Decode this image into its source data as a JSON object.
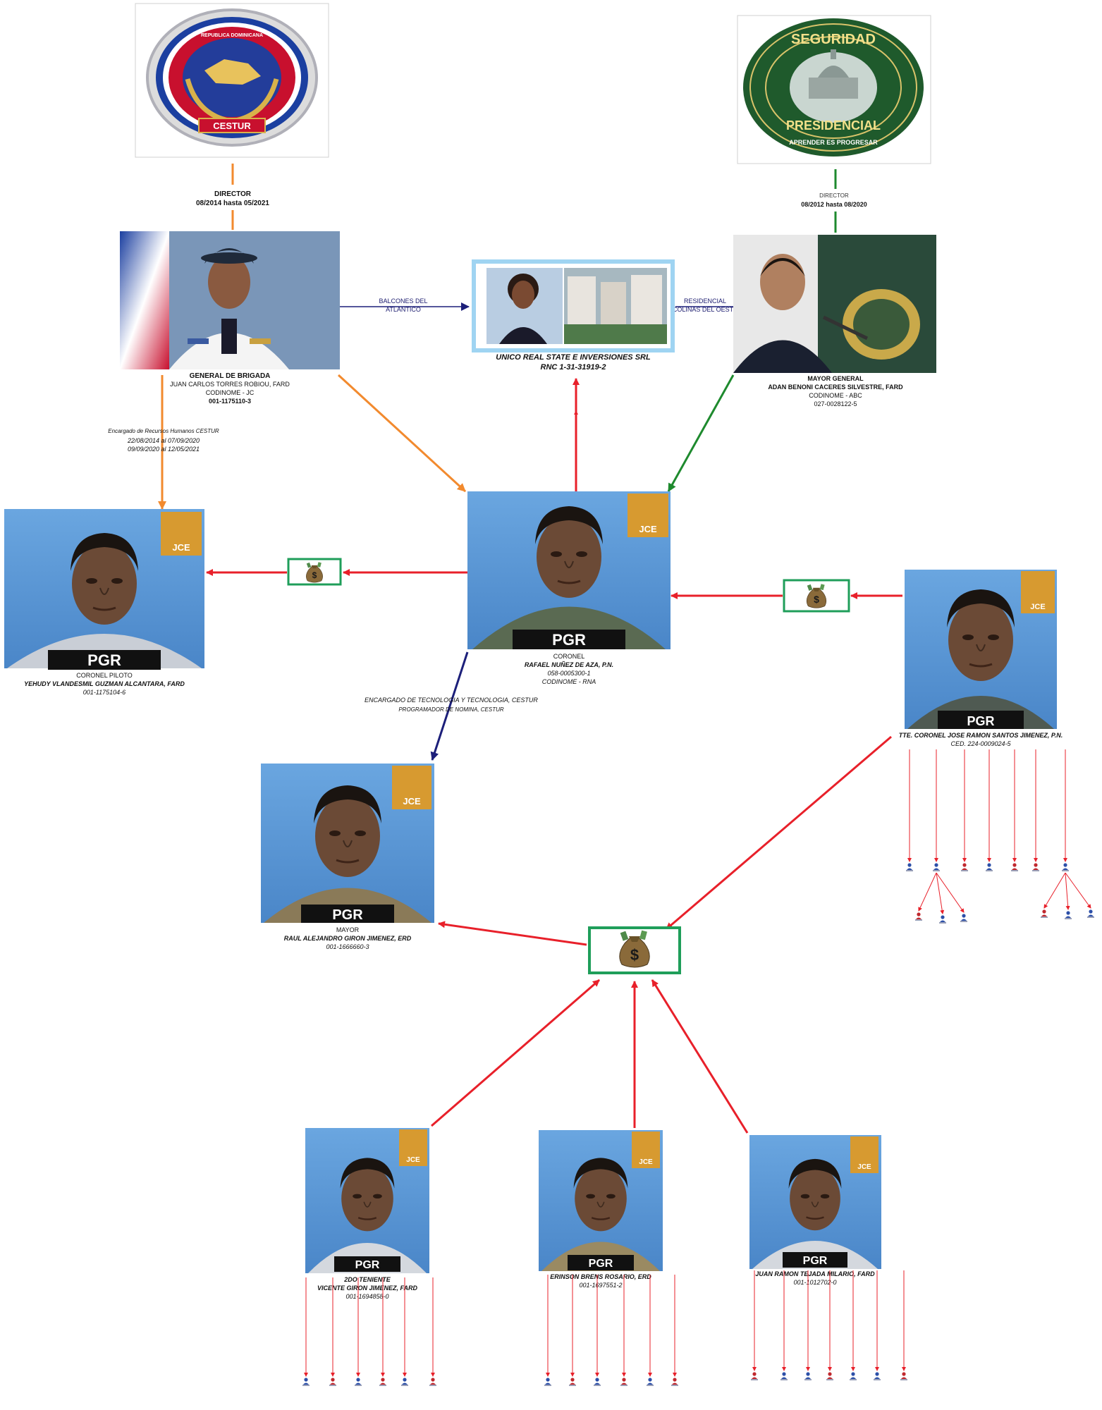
{
  "colors": {
    "orange": "#f28a2e",
    "green": "#1e8a2e",
    "red": "#e8202a",
    "navy": "#1c1f7a",
    "photo_bg": "#5f9ad8",
    "box_green": "#1f9e5a"
  },
  "logos": {
    "cestur": {
      "text_bottom": "CESTUR",
      "text_top": "REPUBLICA DOMINICANA"
    },
    "presidencial": {
      "ring_top": "SEGURIDAD",
      "ring_bottom": "PRESIDENCIAL",
      "motto": "APRENDER ES PROGRESAR"
    }
  },
  "edge_labels": {
    "director_left": {
      "line1": "DIRECTOR",
      "line2": "08/2014 hasta 05/2021"
    },
    "director_right": {
      "line1": "DIRECTOR",
      "line2": "08/2012 hasta 08/2020"
    },
    "encargado_left": {
      "line1": "Encargado de Recursos Humanos CESTUR",
      "line2": "22/08/2014 al 07/09/2020",
      "line3": "09/09/2020 al 12/05/2021"
    },
    "balcones": {
      "line1": "BALCONES DEL",
      "line2": "ATLANTICO"
    },
    "residencial": {
      "line1": "RESIDENCIAL",
      "line2": "COLINAS DEL OESTE"
    },
    "encargado_tec": {
      "line1": "ENCARGADO DE TECNOLOGIA Y TECNOLOGIA, CESTUR",
      "line2": "PROGRAMADOR DE NOMINA, CESTUR"
    }
  },
  "company": {
    "line1": "UNICO REAL STATE E INVERSIONES SRL",
    "line2": "RNC 1-31-31919-2"
  },
  "people": {
    "torres": {
      "line1": "GENERAL DE BRIGADA",
      "line2": "JUAN CARLOS TORRES ROBIOU, FARD",
      "line3": "CODINOME - JC",
      "line4": "001-1175110-3"
    },
    "adan": {
      "line1": "MAYOR GENERAL",
      "line2": "ADAN BENONI CACERES SILVESTRE, FARD",
      "line3": "CODINOME - ABC",
      "line4": "027-0028122-5"
    },
    "rafael": {
      "line1": "CORONEL",
      "line2": "RAFAEL NUÑEZ DE AZA, P.N.",
      "line3": "058-0005300-1",
      "line4": "CODINOME - RNA",
      "tag": "PGR",
      "badge": "JCE"
    },
    "yehudy": {
      "line1": "CORONEL PILOTO",
      "line2": "YEHUDY VLANDESMIL GUZMAN ALCANTARA, FARD",
      "line3": "001-1175104-6",
      "tag": "PGR",
      "badge": "JCE"
    },
    "jose": {
      "line1": "TTE. CORONEL JOSE RAMON SANTOS JIMENEZ, P.N.",
      "line2": "CED. 224-0009024-5",
      "tag": "PGR",
      "badge": "JCE"
    },
    "raul": {
      "line1": "MAYOR",
      "line2": "RAUL ALEJANDRO GIRON JIMENEZ, ERD",
      "line3": "001-1666660-3",
      "tag": "PGR",
      "badge": "JCE"
    },
    "vicente": {
      "line1": "2DO TENIENTE",
      "line2": "VICENTE GIRON JIMENEZ, FARD",
      "line3": "001-1694858-0",
      "tag": "PGR",
      "badge": "JCE"
    },
    "erinson": {
      "line1": "ERINSON BRENS ROSARIO, ERD",
      "line2": "001-1697551-2",
      "tag": "PGR",
      "badge": "JCE"
    },
    "juan": {
      "line1": "JUAN RAMON TEJADA MILARIO, FARD",
      "line2": "001-1012702-0",
      "tag": "PGR",
      "badge": "JCE"
    }
  },
  "money": {
    "symbol": "$"
  }
}
